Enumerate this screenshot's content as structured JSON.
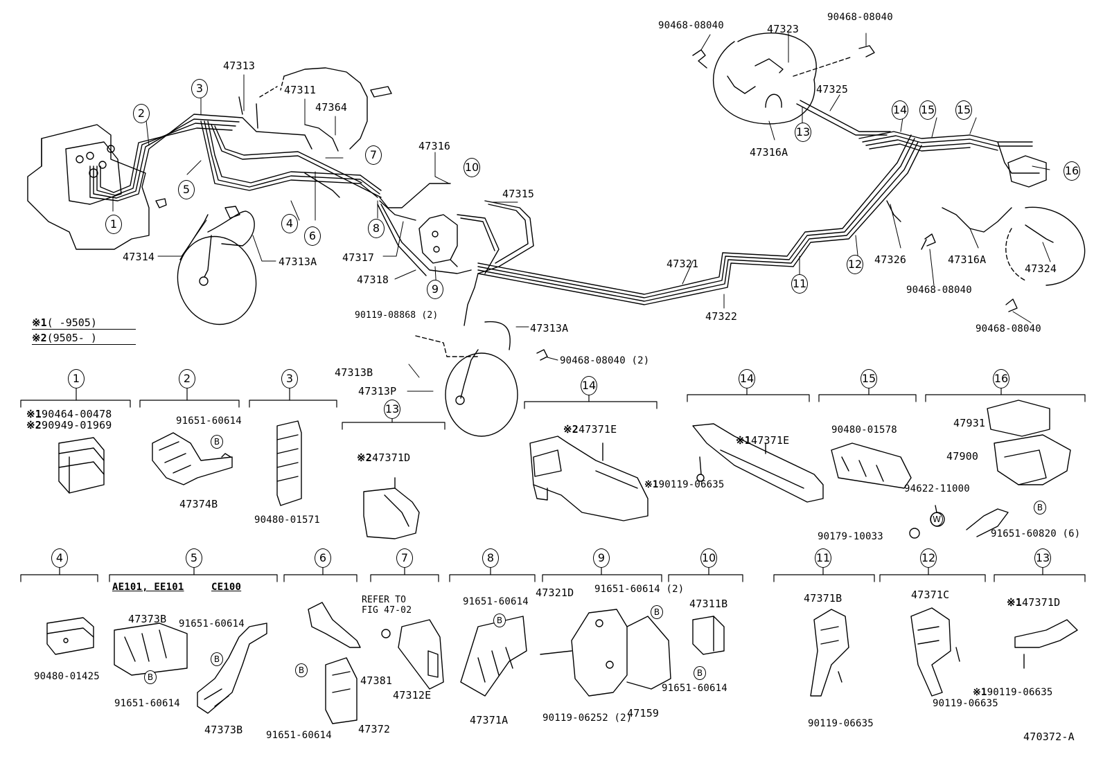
{
  "diagram_id": "470372-A",
  "legend": {
    "line1_mark": "※1",
    "line1_text": "(      -9505)",
    "line2_mark": "※2",
    "line2_text": "(9505-        )"
  },
  "callouts": [
    "1",
    "2",
    "3",
    "4",
    "5",
    "6",
    "7",
    "8",
    "9",
    "10",
    "11",
    "12",
    "13",
    "14",
    "15",
    "16"
  ],
  "main_labels": {
    "p47313": "47313",
    "p47311": "47311",
    "p47364": "47364",
    "p47314": "47314",
    "p47313A_left": "47313A",
    "p47316": "47316",
    "p47315": "47315",
    "p47317": "47317",
    "p47318": "47318",
    "p90119_08868": "90119-08868 (2)",
    "p47313A_mid": "47313A",
    "p47313B": "47313B",
    "p47313P": "47313P",
    "p90468_08040_2": "90468-08040 (2)",
    "p47321": "47321",
    "p47322": "47322",
    "p90468_tl": "90468-08040",
    "p47323": "47323",
    "p90468_tr": "90468-08040",
    "p47325": "47325",
    "p47316A_top": "47316A",
    "p47326": "47326",
    "p47316A_right": "47316A",
    "p47324": "47324",
    "p90468_br1": "90468-08040",
    "p90468_br2": "90468-08040"
  },
  "details": {
    "d1": {
      "num": "1",
      "a_mark": "※1",
      "a": "90464-00478",
      "b_mark": "※2",
      "b": "90949-01969"
    },
    "d2": {
      "num": "2",
      "bolt": "91651-60614",
      "b": "B",
      "part": "47374B"
    },
    "d3": {
      "num": "3",
      "part": "90480-01571"
    },
    "d4": {
      "num": "4",
      "part": "90480-01425"
    },
    "d5": {
      "num": "5",
      "variant1": "AE101, EE101",
      "variant2": "CE100",
      "clamp": "47373B",
      "bolt1": "91651-60614",
      "bolt2": "91651-60614",
      "clamp2": "47373B",
      "b": "B"
    },
    "d6": {
      "num": "6",
      "bracket": "47381",
      "bolt": "91651-60614",
      "clamp": "47372",
      "b": "B"
    },
    "d7": {
      "num": "7",
      "refer": "REFER TO",
      "fig": "FIG 47-02",
      "part": "47312E"
    },
    "d8": {
      "num": "8",
      "bolt": "91651-60614",
      "part": "47371A",
      "b": "B"
    },
    "d9": {
      "num": "9",
      "valve": "47321D",
      "bolt": "91651-60614 (2)",
      "bolt2": "90119-06252 (2)",
      "bracket": "47159",
      "b": "B"
    },
    "d10": {
      "num": "10",
      "part": "47311B",
      "bolt": "91651-60614",
      "b": "B"
    },
    "d11": {
      "num": "11",
      "part": "47371B",
      "bolt": "90119-06635"
    },
    "d12": {
      "num": "12",
      "part": "47371C",
      "bolt": "90119-06635",
      "bolt_mark": "※1",
      "bolt2": "90119-06635"
    },
    "d13_bottom": {
      "num": "13",
      "mark": "※1",
      "part": "47371D"
    },
    "d13_mid": {
      "num": "13",
      "mark": "※2",
      "part": "47371D"
    },
    "d14_a": {
      "num": "14",
      "mark": "※2",
      "part": "47371E"
    },
    "d14_b": {
      "num": "14",
      "mark": "※1",
      "part": "47371E",
      "bolt_mark": "※1",
      "bolt": "90119-06635"
    },
    "d15": {
      "num": "15",
      "part": "90480-01578"
    },
    "d16": {
      "num": "16",
      "p1": "47931",
      "p2": "47900",
      "p3": "94622-11000",
      "w": "W",
      "p4": "90179-10033",
      "p5": "91651-60820 (6)",
      "b": "B"
    }
  }
}
